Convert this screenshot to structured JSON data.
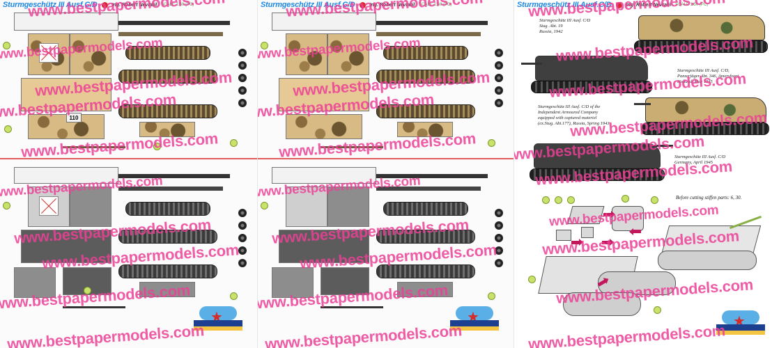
{
  "header": {
    "title": "Sturmgeschütz III Ausf.C/D",
    "author": "Ing. Robert Nevratil",
    "scale": "SCALE 1:50 (PC)"
  },
  "watermark": "www.bestpapermodels.com",
  "part_labels": {
    "turret_number": "110"
  },
  "captions": {
    "top_left": "Sturmgeschütz III Ausf. C/D\nStug. Abt. 19\nRussia, 1942",
    "top_right": "Sturmgeschütz III Ausf. C/D,\nPanzerjäger Abt. 346, Amersfoort,\nHolland, May 1945",
    "middle_left": "Sturmgeschütz III Ausf. C/D of the\nIndependent Armoured Company\nequipped with captured materiel\n(ex.Stug. Abt.177), Russia, Spring 1943",
    "bottom_right": "Sturmgeschütz III Ausf. C/D\nGermany, April 1945"
  },
  "assembly_note": "Before cutting stiffen parts: 6, 30.",
  "colors": {
    "title_blue": "#1e88e5",
    "watermark_pink": "#ec4096",
    "divider_red": "#e05b5b",
    "desert_tan": "#d8bb84",
    "panzer_grey": "#5c5c5c"
  }
}
